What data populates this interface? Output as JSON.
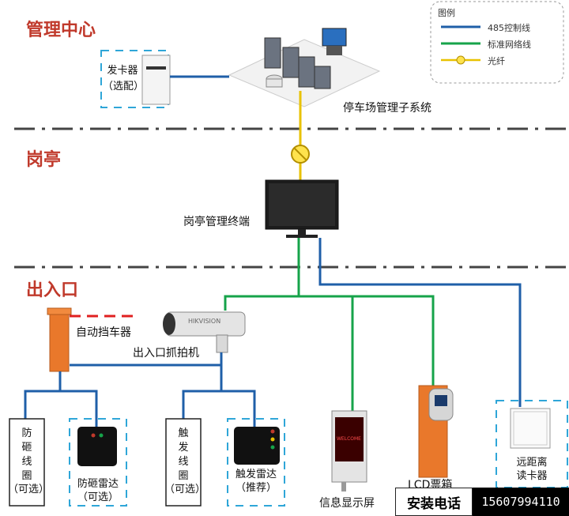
{
  "sections": {
    "management": "管理中心",
    "booth": "岗亭",
    "entrance": "出入口"
  },
  "legend": {
    "title": "图例",
    "items": [
      {
        "label": "485控制线",
        "color": "#1f5fa8"
      },
      {
        "label": "标准网络线",
        "color": "#16a34a"
      },
      {
        "label": "光纤",
        "color": "#e8c200"
      }
    ]
  },
  "devices": {
    "card_issuer_line1": "发卡器",
    "card_issuer_line2": "（选配）",
    "parking_subsystem": "停车场管理子系统",
    "booth_terminal": "岗亭管理终端",
    "barrier": "自动挡车器",
    "capture_camera": "出入口抓拍机",
    "anti_smash_coil": "防砸线圈",
    "anti_smash_coil_note": "（可选）",
    "anti_smash_radar": "防砸雷达",
    "anti_smash_radar_note": "（可选）",
    "trigger_coil": "触发线圈",
    "trigger_coil_note": "（可选）",
    "trigger_radar": "触发雷达",
    "trigger_radar_note": "（推荐）",
    "info_display": "信息显示屏",
    "lcd_ticket_box": "LCD票箱",
    "remote_reader_line1": "远距离",
    "remote_reader_line2": "读卡器",
    "display_welcome": "WELCOME",
    "camera_brand": "HIKVISION"
  },
  "contact": {
    "label": "安装电话",
    "phone": "15607994110"
  }
}
